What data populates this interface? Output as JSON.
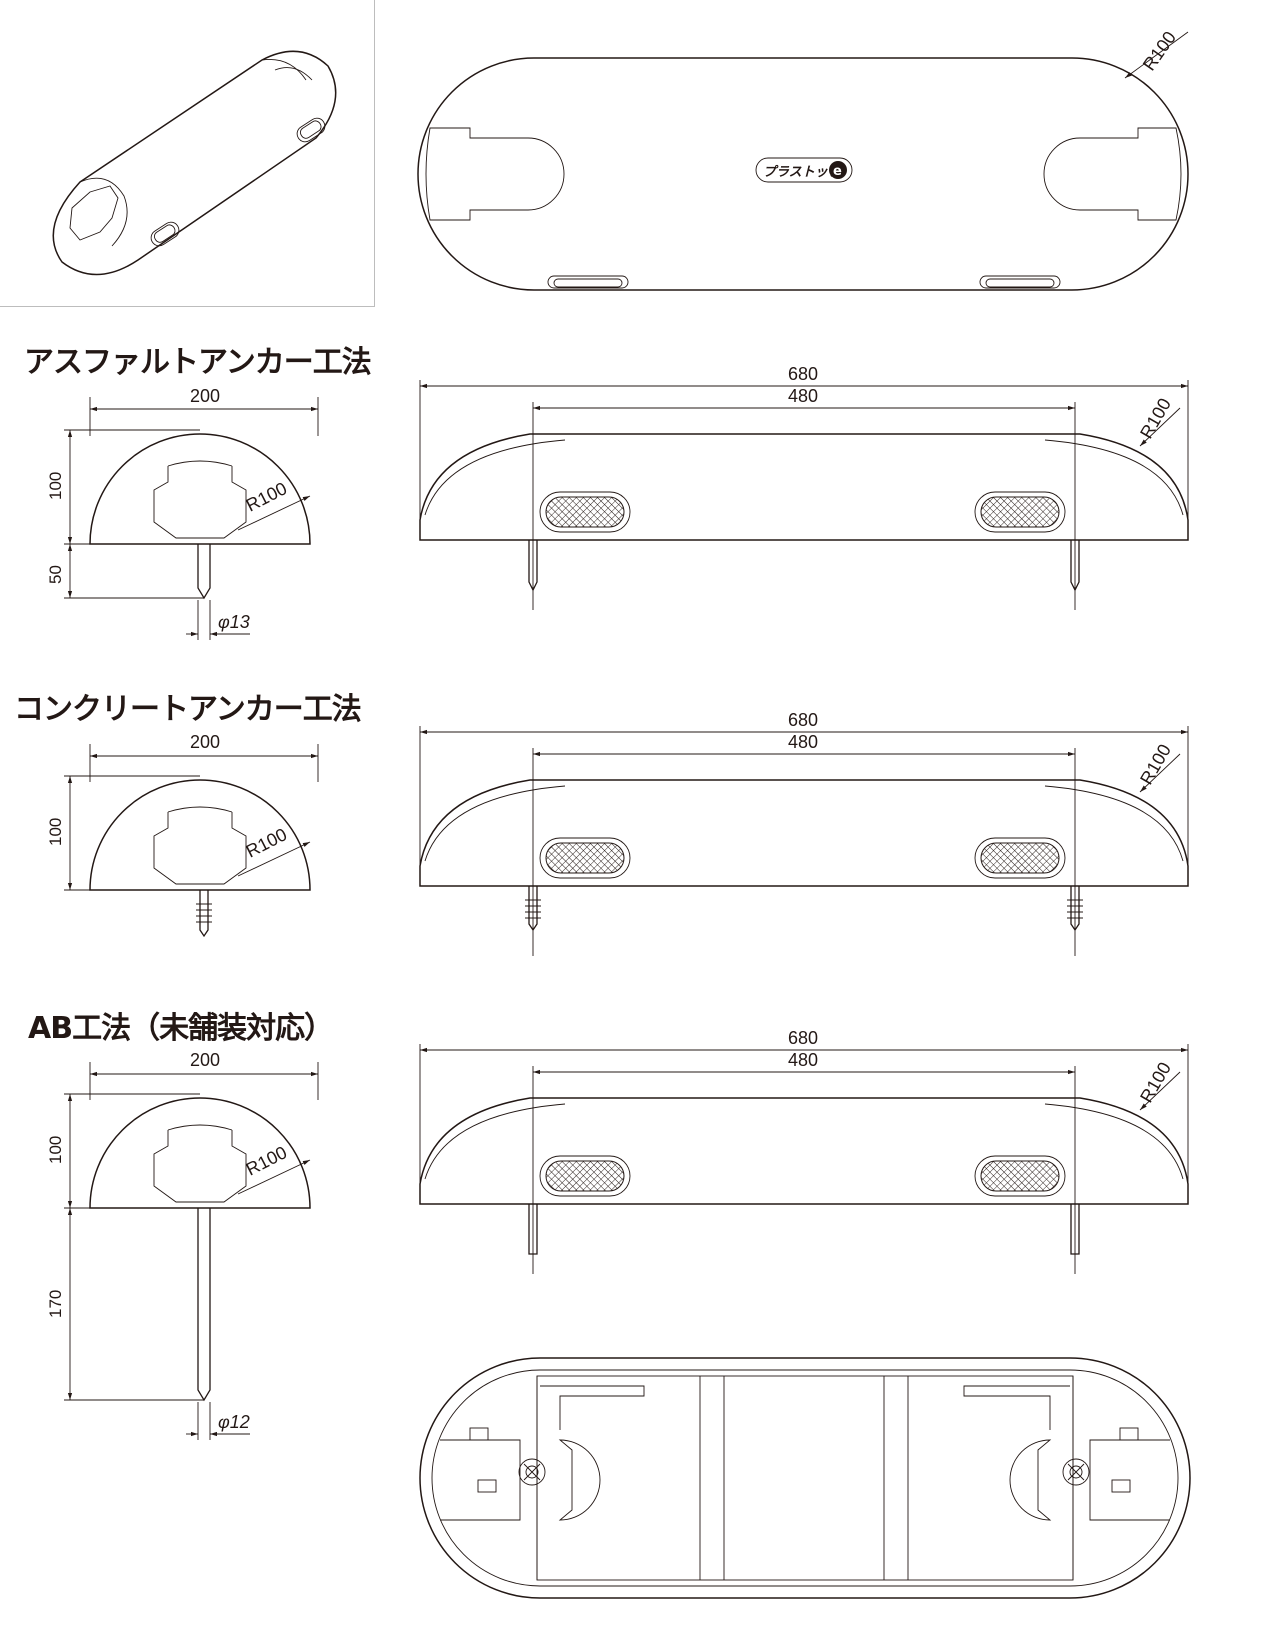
{
  "sections": [
    {
      "title": "アスファルトアンカー工法"
    },
    {
      "title": "コンクリートアンカー工法"
    },
    {
      "title": "AB工法（未舗装対応）"
    }
  ],
  "top_view": {
    "radius_label": "R100",
    "logo_text": "プラストップ",
    "logo_mark": "e"
  },
  "asphalt": {
    "width": "200",
    "height": "100",
    "anchor_length": "50",
    "diameter": "φ13",
    "radius": "R100",
    "length_total": "680",
    "length_anchor": "480",
    "side_radius": "R100"
  },
  "concrete": {
    "width": "200",
    "height": "100",
    "radius": "R100",
    "length_total": "680",
    "length_anchor": "480",
    "side_radius": "R100"
  },
  "ab": {
    "width": "200",
    "height": "100",
    "anchor_length": "170",
    "diameter": "φ12",
    "radius": "R100",
    "length_total": "680",
    "length_anchor": "480",
    "side_radius": "R100"
  },
  "icons": [
    "isometric-view",
    "mesh-reflector",
    "anchor-pin",
    "bolt-cross"
  ]
}
